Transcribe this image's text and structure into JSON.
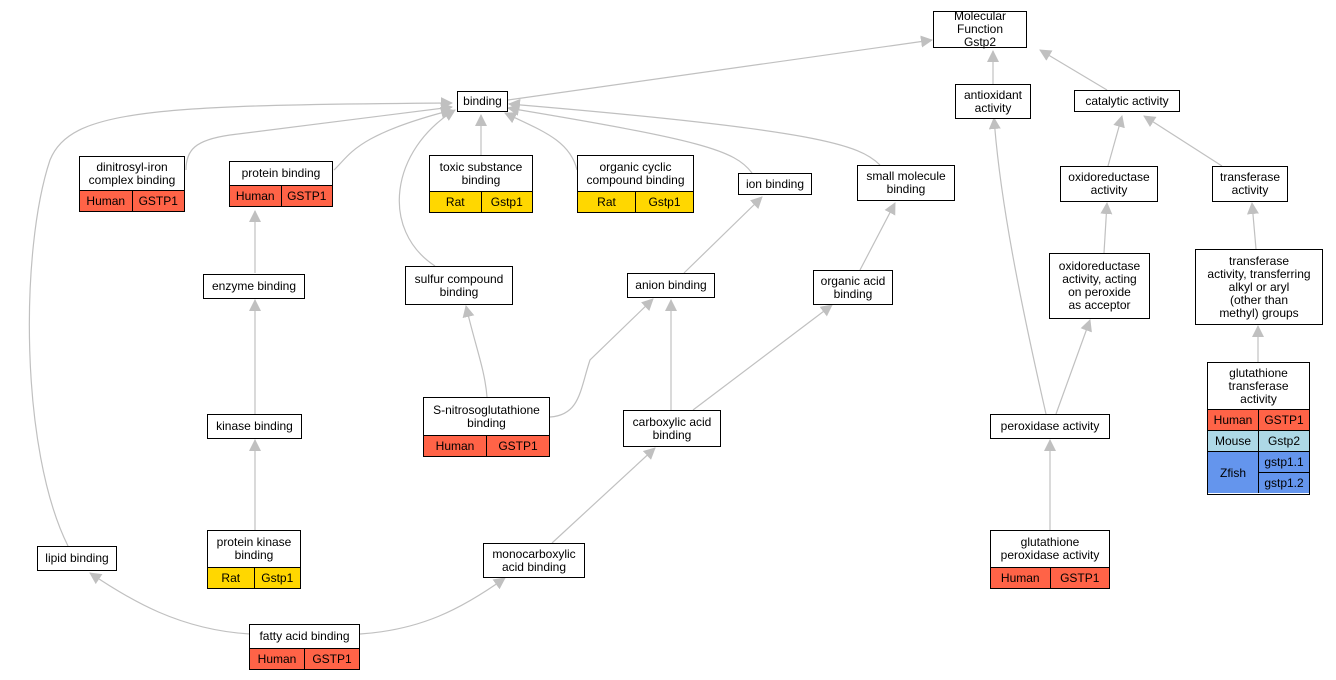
{
  "colors": {
    "human": "#ff6347",
    "rat": "#ffd700",
    "mouse": "#add8e6",
    "zfish": "#6495ed",
    "edge": "#c0c0c0"
  },
  "nodes": {
    "mf": {
      "label": "Molecular Function\nGstp2"
    },
    "binding": {
      "label": "binding"
    },
    "antioxidant": {
      "label": "antioxidant\nactivity"
    },
    "catalytic": {
      "label": "catalytic activity"
    },
    "dinitrosyl": {
      "label": "dinitrosyl-iron\ncomplex binding",
      "species": "Human",
      "gene": "GSTP1"
    },
    "protein_binding": {
      "label": "protein binding",
      "species": "Human",
      "gene": "GSTP1"
    },
    "toxic": {
      "label": "toxic substance\nbinding",
      "species": "Rat",
      "gene": "Gstp1"
    },
    "organic_cyclic": {
      "label": "organic cyclic\ncompound binding",
      "species": "Rat",
      "gene": "Gstp1"
    },
    "ion_binding": {
      "label": "ion binding"
    },
    "small_molecule": {
      "label": "small molecule\nbinding"
    },
    "oxidoreductase": {
      "label": "oxidoreductase\nactivity"
    },
    "transferase": {
      "label": "transferase\nactivity"
    },
    "enzyme_binding": {
      "label": "enzyme binding"
    },
    "sulfur": {
      "label": "sulfur compound\nbinding"
    },
    "anion": {
      "label": "anion binding"
    },
    "organic_acid": {
      "label": "organic acid\nbinding"
    },
    "oxido_peroxide": {
      "label": "oxidoreductase\nactivity, acting\non peroxide\nas acceptor"
    },
    "transferase_aryl": {
      "label": "transferase\nactivity, transferring\nalkyl or aryl\n(other than\nmethyl) groups"
    },
    "gst": {
      "label": "glutathione\ntransferase\nactivity",
      "rows": [
        {
          "species": "Human",
          "gene": "GSTP1"
        },
        {
          "species": "Mouse",
          "gene": "Gstp2"
        },
        {
          "species": "Zfish",
          "genes": [
            "gstp1.1",
            "gstp1.2"
          ]
        }
      ]
    },
    "kinase": {
      "label": "kinase binding"
    },
    "snitroso": {
      "label": "S-nitrosoglutathione\nbinding",
      "species": "Human",
      "gene": "GSTP1"
    },
    "carboxylic": {
      "label": "carboxylic acid\nbinding"
    },
    "peroxidase": {
      "label": "peroxidase activity"
    },
    "protein_kinase": {
      "label": "protein kinase\nbinding",
      "species": "Rat",
      "gene": "Gstp1"
    },
    "glut_peroxidase": {
      "label": "glutathione\nperoxidase activity",
      "species": "Human",
      "gene": "GSTP1"
    },
    "lipid": {
      "label": "lipid binding"
    },
    "monocarboxylic": {
      "label": "monocarboxylic\nacid binding"
    },
    "fatty": {
      "label": "fatty acid binding",
      "species": "Human",
      "gene": "GSTP1"
    }
  }
}
